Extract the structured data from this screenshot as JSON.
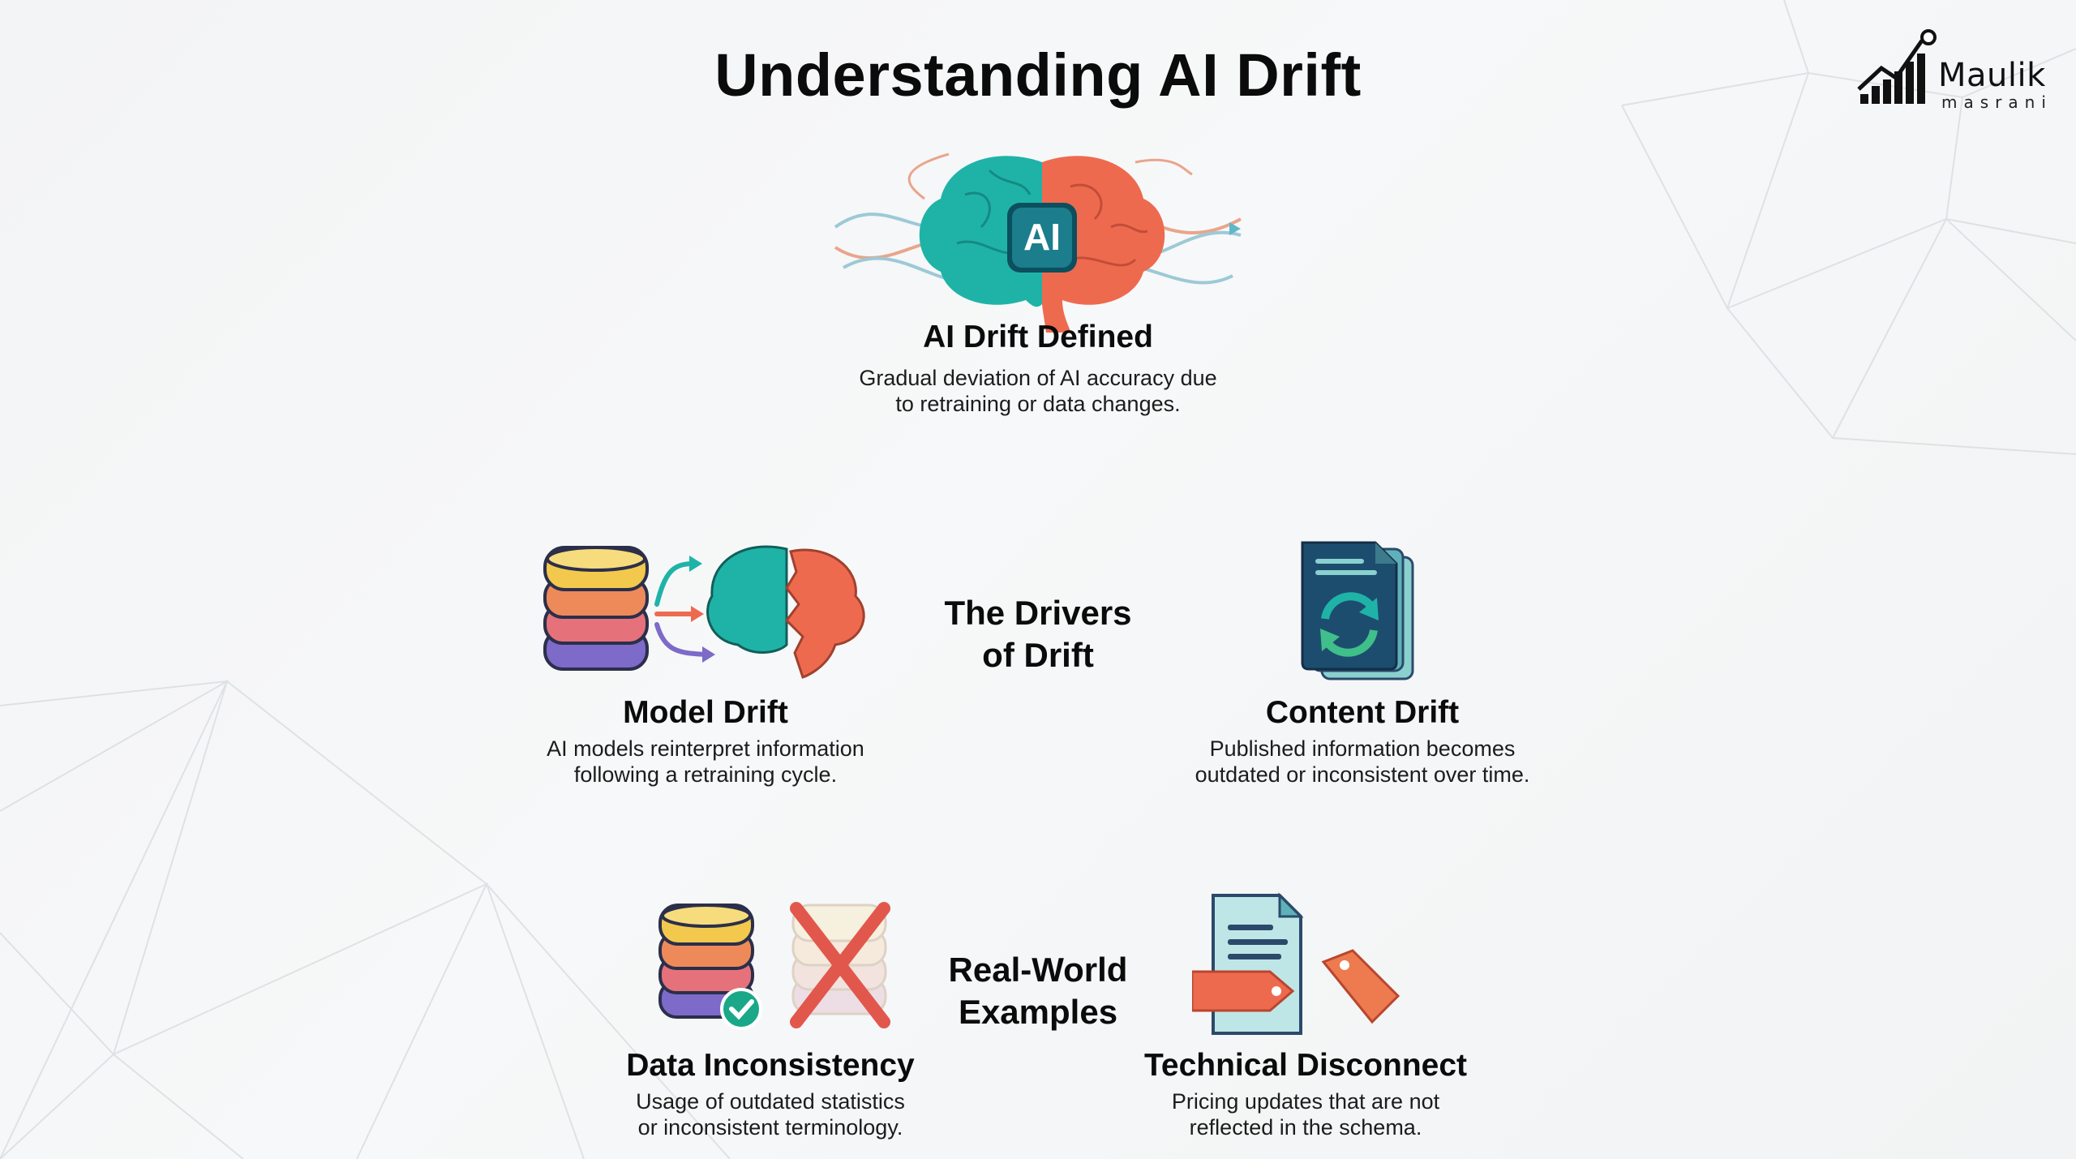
{
  "title": "Understanding AI Drift",
  "logo": {
    "name": "Maulik",
    "sub": "masrani"
  },
  "defined": {
    "icon_text": "AI",
    "title": "AI Drift Defined",
    "desc_line1": "Gradual deviation of AI accuracy due",
    "desc_line2": "to retraining or data changes."
  },
  "drivers": {
    "label_line1": "The Drivers",
    "label_line2": "of Drift",
    "model": {
      "title": "Model Drift",
      "desc_line1": "AI models reinterpret information",
      "desc_line2": "following a retraining cycle."
    },
    "content": {
      "title": "Content Drift",
      "desc_line1": "Published information becomes",
      "desc_line2": "outdated or inconsistent over time."
    }
  },
  "examples": {
    "label_line1": "Real-World",
    "label_line2": "Examples",
    "data": {
      "title": "Data Inconsistency",
      "desc_line1": "Usage of outdated statistics",
      "desc_line2": "or inconsistent terminology."
    },
    "technical": {
      "title": "Technical Disconnect",
      "desc_line1": "Pricing updates that are not",
      "desc_line2": "reflected in the schema."
    }
  },
  "colors": {
    "teal": "#1fb3a8",
    "coral": "#ee6a4f",
    "yellow": "#f2c94c",
    "purple": "#7d6ac9",
    "navy": "#1d3d6b",
    "green_badge": "#1aa889"
  }
}
